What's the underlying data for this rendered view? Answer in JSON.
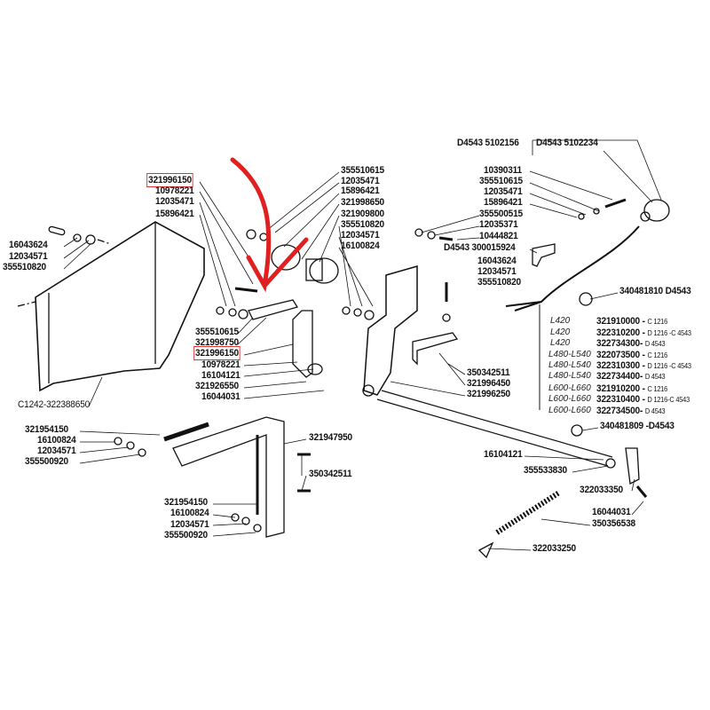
{
  "title_codes": {
    "left": "D4543 5102156",
    "right": "D4543 5102234"
  },
  "right_top": [
    "10390311",
    "355510615",
    "12035471",
    "15896421",
    "355500515",
    "12035371",
    "10444821",
    "D4543 300015924",
    "16043624",
    "12034571",
    "355510820"
  ],
  "sensor": "340481810 D4543",
  "variants": [
    {
      "length": "L420",
      "code": "321910000 -",
      "suffix": "C 1216"
    },
    {
      "length": "L420",
      "code": "322310200 -",
      "suffix": "D 1216 -C 4543"
    },
    {
      "length": "L420",
      "code": "322734300-",
      "suffix": "D 4543"
    },
    {
      "length": "L480-L540",
      "code": "322073500 -",
      "suffix": "C 1216"
    },
    {
      "length": "L480-L540",
      "code": "322310300 -",
      "suffix": "D 1216 -C 4543"
    },
    {
      "length": "L480-L540",
      "code": "322734400-",
      "suffix": "D 4543"
    },
    {
      "length": "L600-L660",
      "code": "321910200 -",
      "suffix": "C 1216"
    },
    {
      "length": "L600-L660",
      "code": "322310400 -",
      "suffix": "D 1216-C 4543"
    },
    {
      "length": "L600-L660",
      "code": "322734500-",
      "suffix": "D 4543"
    }
  ],
  "right_mid": [
    "350342511",
    "321996450",
    "321996250"
  ],
  "right_bottom": [
    "340481809 -D4543",
    "16104121",
    "355533830",
    "322033350",
    "16044031",
    "350356538",
    "322033250"
  ],
  "middle": [
    "355510615",
    "12035471",
    "15896421",
    "321998650",
    "321909800",
    "355510820",
    "12034571",
    "16100824"
  ],
  "left_top": [
    "321996150",
    "10978221",
    "12035471",
    "15896421"
  ],
  "left_washers": [
    "16043624",
    "12034571",
    "355510820"
  ],
  "left_lower": [
    "355510615",
    "321998750",
    "321996150",
    "10978221",
    "16104121",
    "321926550",
    "16044031"
  ],
  "panel": "C1242-322388650",
  "bottom_left": [
    "321954150",
    "16100824",
    "12034571",
    "355500920"
  ],
  "bottom_mid": [
    "321947950",
    "350342511"
  ],
  "bottom_center": [
    "321954150",
    "16100824",
    "12034571",
    "355500920"
  ],
  "colors": {
    "highlight": "#e02020",
    "ink": "#111111",
    "box": "#d33333"
  }
}
